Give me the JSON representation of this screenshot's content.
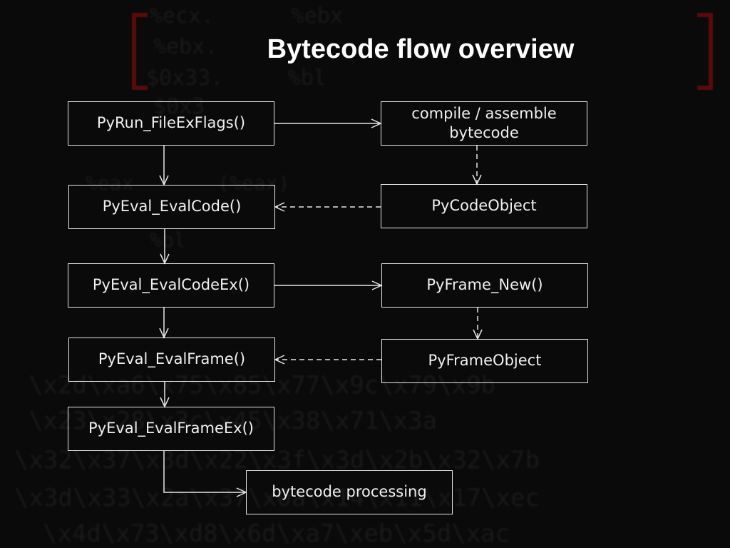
{
  "slide": {
    "title": "Bytecode flow overview"
  },
  "background": {
    "code_lines": [
      "%ecx.      %ebx",
      "%ebx.",
      "$0x33.     %bl",
      "$0x3",
      "%eax       (%eax)",
      "%bl",
      "\\x2d\\xa6\\x75\\x85\\x77\\x9c\\x79\\x9b",
      "\\x23\\x28\\x3c\\x45\\x38\\x71\\x3a",
      "\\x32\\x37\\x3d\\x22\\x3f\\x3d\\x2b\\x32\\x7b",
      "\\x3d\\x33\\x2a\\x37\\x0a\\x14\\x11\\x17\\xec",
      "\\x4d\\x73\\xd8\\x6d\\xa7\\xeb\\x5d\\xac"
    ]
  },
  "diagram": {
    "nodes": {
      "pyrun": "PyRun_FileExFlags()",
      "compile": "compile / assemble\nbytecode",
      "evalcode": "PyEval_EvalCode()",
      "codeobject": "PyCodeObject",
      "evalcodeex": "PyEval_EvalCodeEx()",
      "frame_new": "PyFrame_New()",
      "evalframe": "PyEval_EvalFrame()",
      "frameobject": "PyFrameObject",
      "evalframeex": "PyEval_EvalFrameEx()",
      "processing": "bytecode processing"
    },
    "edges": [
      {
        "from": "pyrun",
        "to": "compile",
        "style": "solid"
      },
      {
        "from": "pyrun",
        "to": "evalcode",
        "style": "solid"
      },
      {
        "from": "compile",
        "to": "codeobject",
        "style": "dashed"
      },
      {
        "from": "codeobject",
        "to": "evalcode",
        "style": "dashed"
      },
      {
        "from": "evalcode",
        "to": "evalcodeex",
        "style": "solid"
      },
      {
        "from": "evalcodeex",
        "to": "frame_new",
        "style": "solid"
      },
      {
        "from": "evalcodeex",
        "to": "evalframe",
        "style": "solid"
      },
      {
        "from": "frame_new",
        "to": "frameobject",
        "style": "dashed"
      },
      {
        "from": "frameobject",
        "to": "evalframe",
        "style": "dashed"
      },
      {
        "from": "evalframe",
        "to": "evalframeex",
        "style": "solid"
      },
      {
        "from": "evalframeex",
        "to": "processing",
        "style": "solid"
      }
    ],
    "colors": {
      "line": "#e6e6e6",
      "text": "#f0f0f0",
      "bracket": "#5a0a0a",
      "background": "#0a0a0a"
    }
  }
}
